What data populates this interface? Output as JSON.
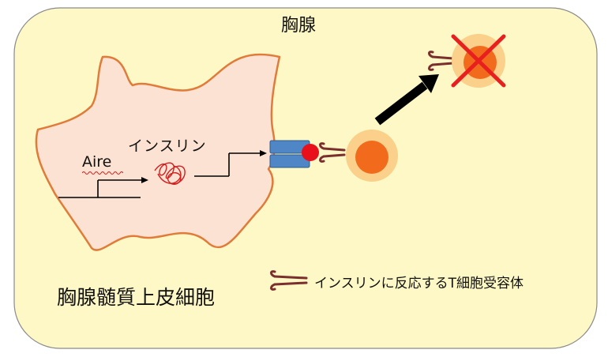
{
  "thymus_label": "胸腺",
  "gene_label": "Aire",
  "product_label": "インスリン",
  "cell_label": "胸腺髄質上皮細胞",
  "legend_label": "インスリンに反応するT細胞受容体",
  "colors": {
    "thymus_fill": "#FDF8C5",
    "thymus_border": "#8A8A8A",
    "cell_fill": "#FCE2D2",
    "cell_border": "#E07B3A",
    "mhc_blue": "#4F86C6",
    "antigen_red": "#E8101A",
    "tcr_color": "#7A2E2E",
    "tcell_outer": "#FAD08A",
    "tcell_inner": "#F26B1D",
    "cross_red": "#E81F1F",
    "arrow_black": "#000000"
  },
  "icons": [
    "mhc-icon",
    "antigen-icon",
    "tcr-icon",
    "t-cell-icon",
    "cross-icon",
    "arrow-icon",
    "gene-promoter-icon",
    "mrna-icon"
  ]
}
